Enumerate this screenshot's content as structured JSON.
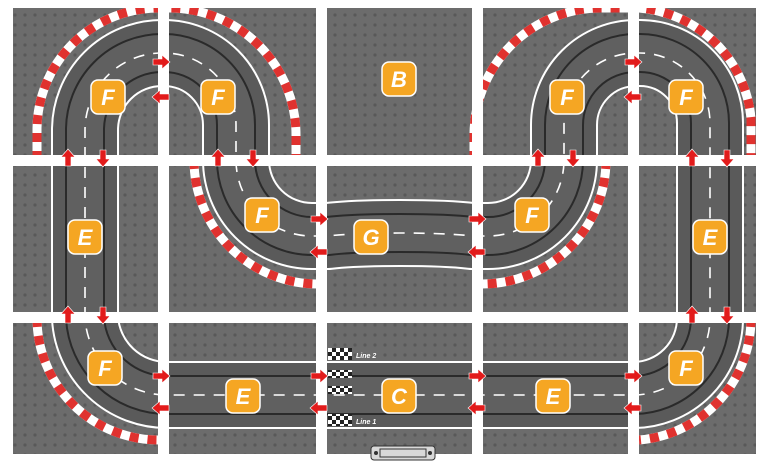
{
  "tile_labels": [
    "F",
    "F",
    "B",
    "F",
    "F",
    "E",
    "F",
    "G",
    "F",
    "E",
    "F",
    "E",
    "C",
    "E",
    "F"
  ],
  "start_lines": {
    "line2": "Line 2",
    "line1": "Line 1"
  },
  "colors": {
    "board": "#6e6e6e",
    "track": "#595959",
    "rail": "#ffffff",
    "curb_red": "#e0322f",
    "curb_white": "#ffffff",
    "badge": "#f5a623",
    "arrow": "#e21b1b",
    "separator": "#ffffff"
  },
  "icons": [
    "direction-arrow-icon",
    "checkered-flag-icon",
    "connector-clip-icon"
  ]
}
